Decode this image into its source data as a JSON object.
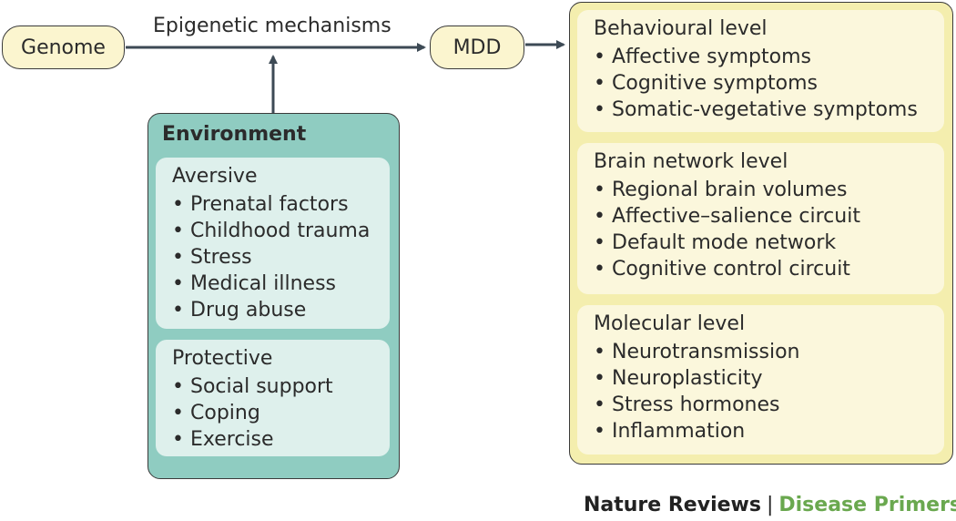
{
  "nodes": {
    "genome": "Genome",
    "mdd": "MDD"
  },
  "edge_label": "Epigenetic mechanisms",
  "environment": {
    "title": "Environment",
    "aversive": {
      "title": "Aversive",
      "items": [
        "Prenatal factors",
        "Childhood trauma",
        "Stress",
        "Medical illness",
        "Drug abuse"
      ]
    },
    "protective": {
      "title": "Protective",
      "items": [
        "Social support",
        "Coping",
        "Exercise"
      ]
    }
  },
  "levels": {
    "behavioural": {
      "title": "Behavioural level",
      "items": [
        "Affective symptoms",
        "Cognitive symptoms",
        "Somatic-vegetative symptoms"
      ]
    },
    "brain": {
      "title": "Brain network level",
      "items": [
        "Regional brain volumes",
        "Affective–salience circuit",
        "Default mode network",
        "Cognitive control circuit"
      ]
    },
    "molecular": {
      "title": "Molecular level",
      "items": [
        "Neurotransmission",
        "Neuroplasticity",
        "Stress hormones",
        "Inflammation"
      ]
    }
  },
  "footer": {
    "journal": "Nature Reviews",
    "separator": "|",
    "series": "Disease Primers"
  },
  "colors": {
    "node_fill": "#fbf5cf",
    "environment_fill": "#8fccc1",
    "environment_subbox": "#def0ec",
    "levels_fill": "#f4eeae",
    "levels_subbox": "#fbf7dc",
    "arrow": "#3d4a55",
    "series_green": "#6aa84f"
  }
}
